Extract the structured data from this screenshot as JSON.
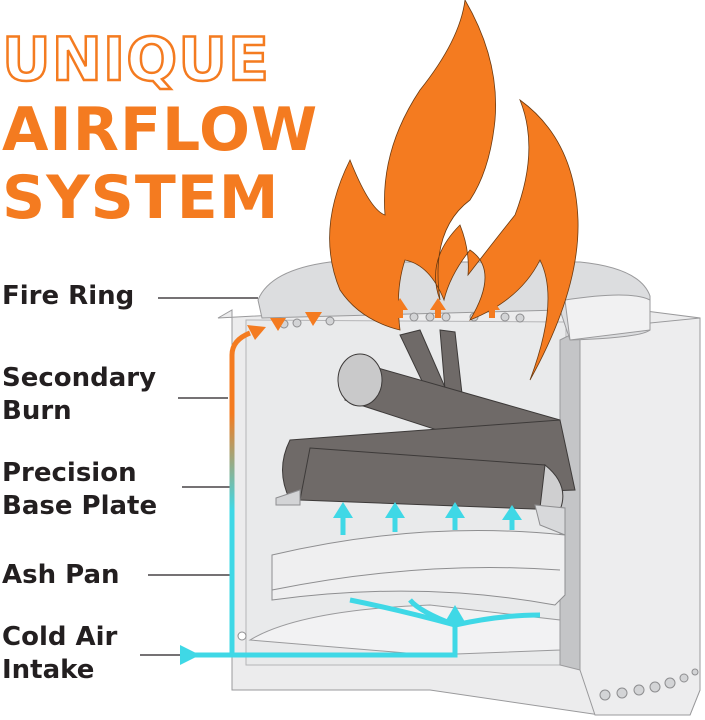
{
  "title": {
    "line1": "UNIQUE",
    "line2": "AIRFLOW",
    "line3": "SYSTEM"
  },
  "labels": {
    "fire_ring": "Fire Ring",
    "secondary_burn": [
      "Secondary",
      "Burn"
    ],
    "base_plate": [
      "Precision",
      "Base Plate"
    ],
    "ash_pan": "Ash Pan",
    "cold_air": [
      "Cold Air",
      "Intake"
    ]
  },
  "colors": {
    "accent": "#f47b20",
    "airflow": "#3fd8e6",
    "steel": "#e6e7e8",
    "wood": "#6f6a68",
    "text": "#231f20"
  }
}
